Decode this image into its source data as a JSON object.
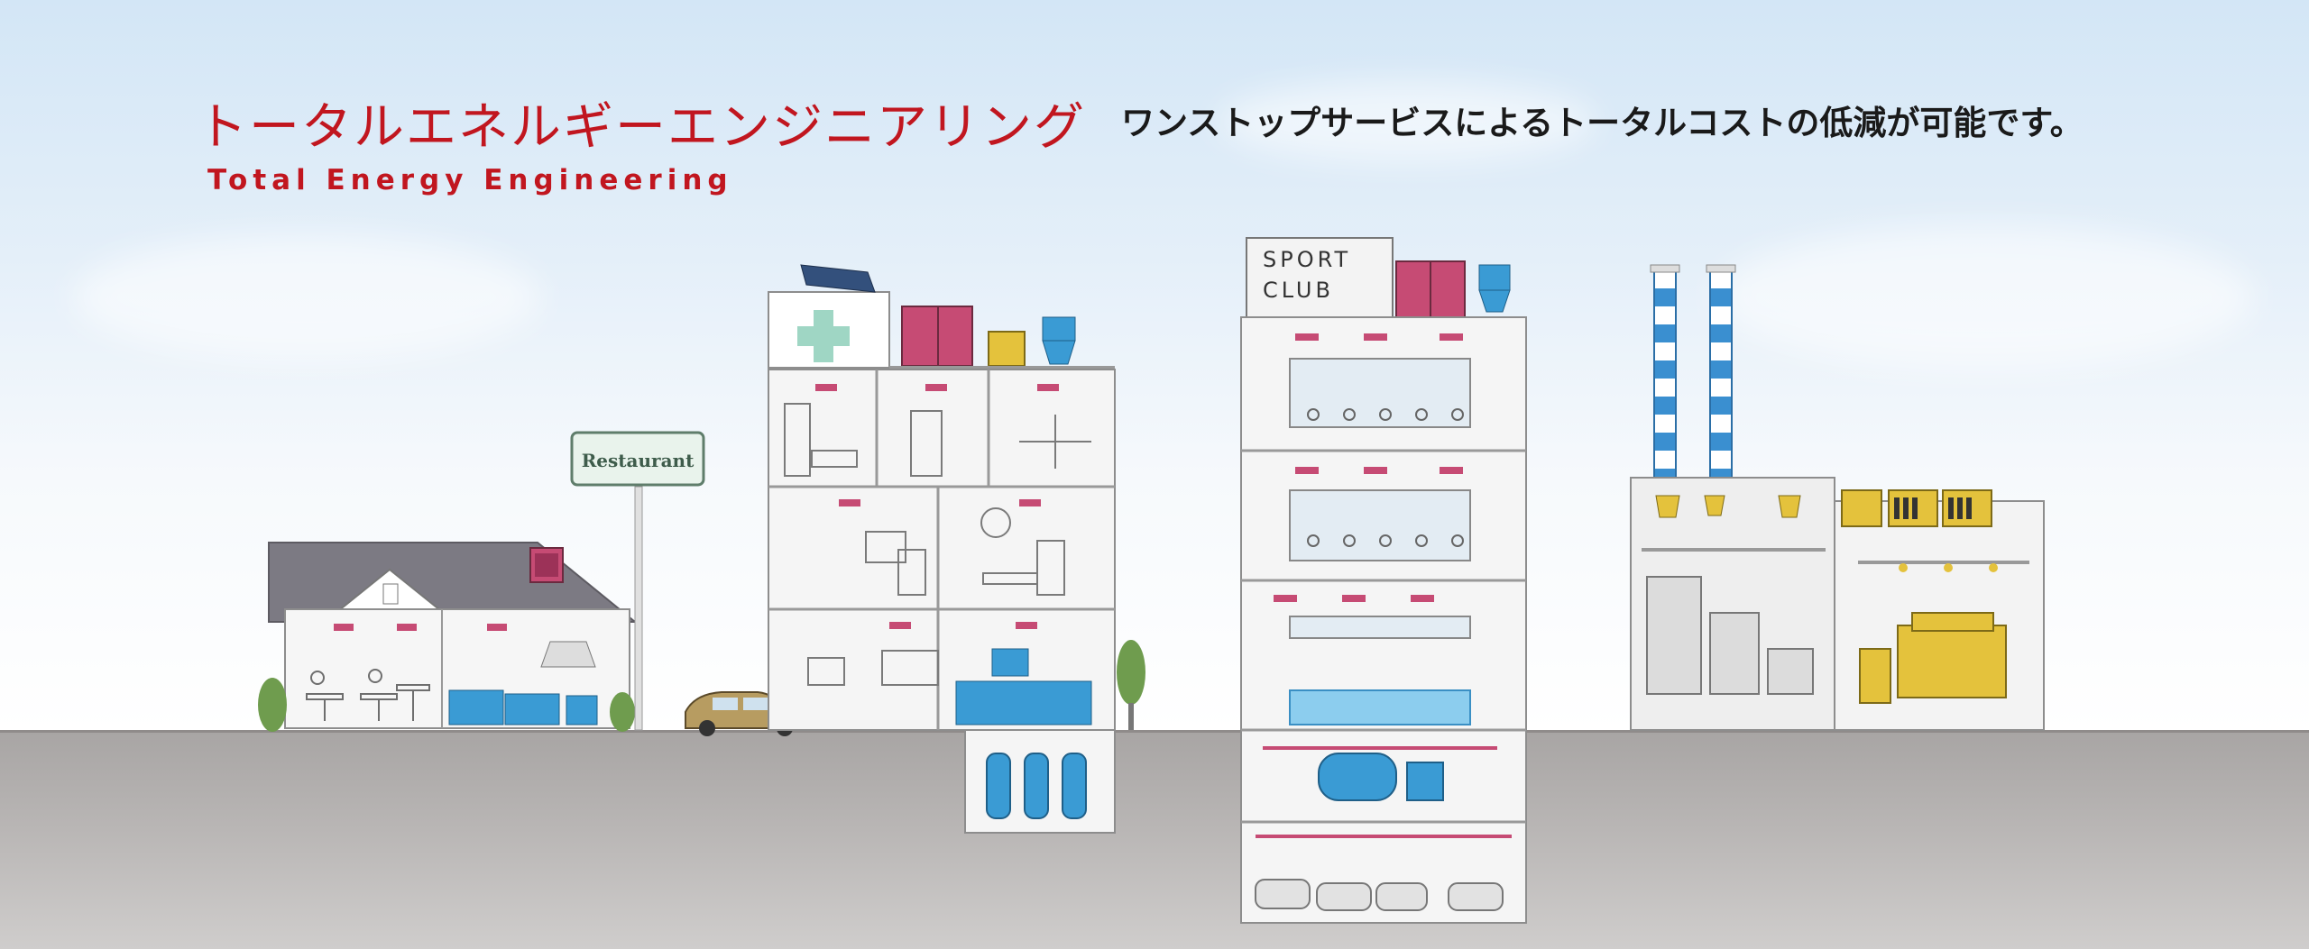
{
  "hero": {
    "title_jp": "トータルエネルギーエンジニアリング",
    "title_en": "Total Energy Engineering",
    "tagline": "ワンストップサービスによるトータルコストの低減が可能です。"
  },
  "signs": {
    "restaurant": "Restaurant",
    "sport_line1": "SPORT",
    "sport_line2": "CLUB"
  },
  "colors": {
    "title_red": "#c1161f",
    "equipment_pink": "#c64b74",
    "equipment_blue": "#3a9bd4",
    "equipment_yellow": "#e4c23c",
    "ground_gray": "#b3b0af"
  },
  "scene": {
    "buildings": [
      "restaurant",
      "hospital",
      "sport-club",
      "factory"
    ]
  }
}
